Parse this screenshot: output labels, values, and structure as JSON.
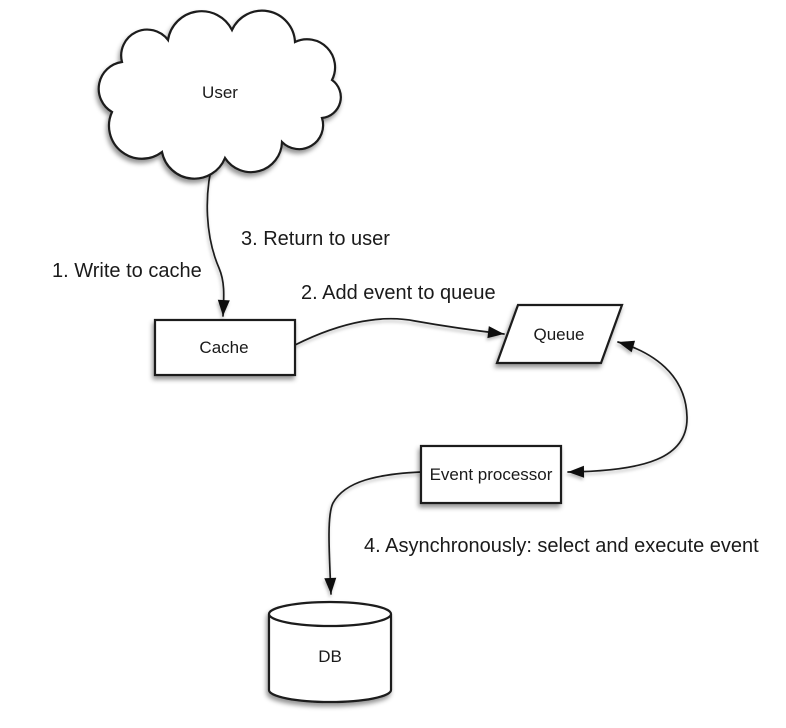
{
  "diagram": {
    "type": "flow-diagram",
    "nodes": {
      "user": {
        "label": "User",
        "shape": "cloud"
      },
      "cache": {
        "label": "Cache",
        "shape": "rectangle"
      },
      "queue": {
        "label": "Queue",
        "shape": "parallelogram"
      },
      "event_processor": {
        "label": "Event processor",
        "shape": "rectangle"
      },
      "db": {
        "label": "DB",
        "shape": "cylinder"
      }
    },
    "steps": [
      {
        "id": 1,
        "label": "1. Write to cache",
        "from": "user",
        "to": "cache"
      },
      {
        "id": 2,
        "label": "2. Add event to queue",
        "from": "cache",
        "to": "queue"
      },
      {
        "id": 3,
        "label": "3. Return to user",
        "from": "cache",
        "to": "user"
      },
      {
        "id": 4,
        "label": "4. Asynchronously: select and execute event",
        "from": "event_processor",
        "to": "db"
      }
    ],
    "colors": {
      "background": "#ffffff",
      "node_fill": "#ffffff",
      "stroke": "#1a1a1a",
      "text": "#1a1a1a"
    }
  }
}
